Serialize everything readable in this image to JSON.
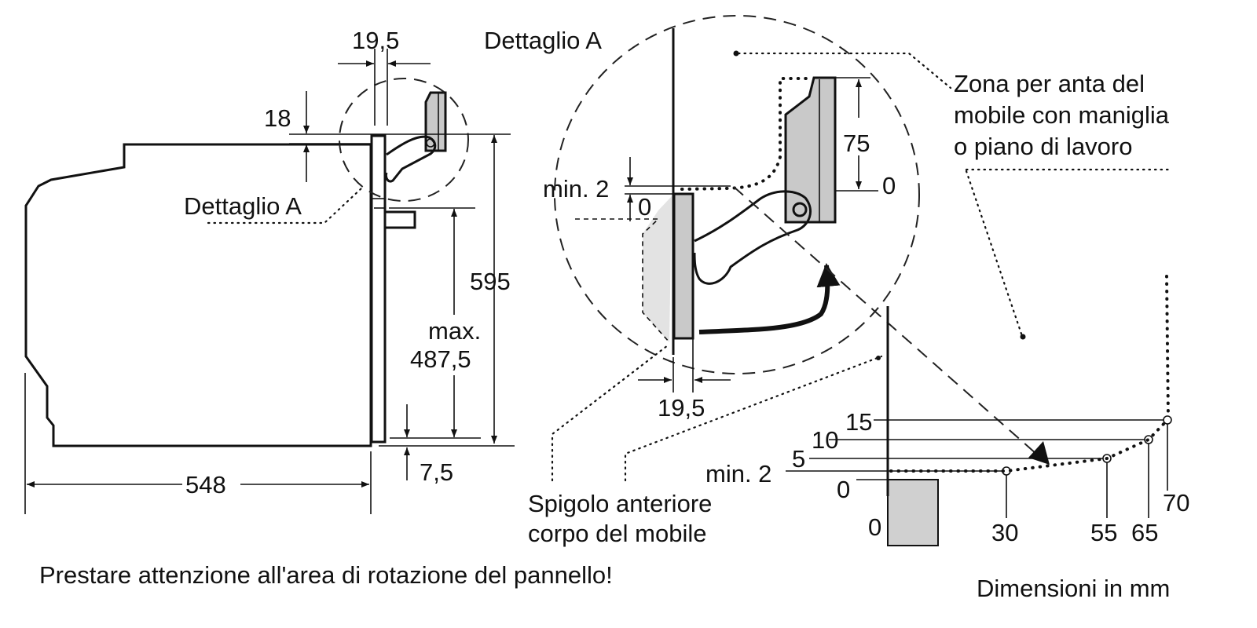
{
  "labels": {
    "dettaglio_a_left": "Dettaglio A",
    "dettaglio_a_top": "Dettaglio A",
    "zona_line1": "Zona per anta del",
    "zona_line2": "mobile con maniglia",
    "zona_line3": "o piano di lavoro",
    "spigolo_line1": "Spigolo anteriore",
    "spigolo_line2": "corpo del mobile",
    "footer_note": "Prestare attenzione all'area di rotazione del pannello!",
    "units_note": "Dimensioni in mm"
  },
  "dimensions": {
    "top_gap": "19,5",
    "top_offset": "18",
    "height_total": "595",
    "max_line1": "max.",
    "max_line2": "487,5",
    "bottom_offset": "7,5",
    "depth": "548",
    "detail_min": "min. 2",
    "detail_zero": "0",
    "detail_gap": "19,5",
    "detail_75": "75",
    "detail_0_right": "0"
  },
  "rotation_chart": {
    "y_labels": [
      "15",
      "10",
      "5",
      "min. 2",
      "0"
    ],
    "x_labels": [
      "0",
      "30",
      "55",
      "65",
      "70"
    ],
    "points": [
      {
        "x": 30,
        "y": 2
      },
      {
        "x": 55,
        "y": 5
      },
      {
        "x": 65,
        "y": 10
      },
      {
        "x": 70,
        "y": 15
      }
    ]
  }
}
